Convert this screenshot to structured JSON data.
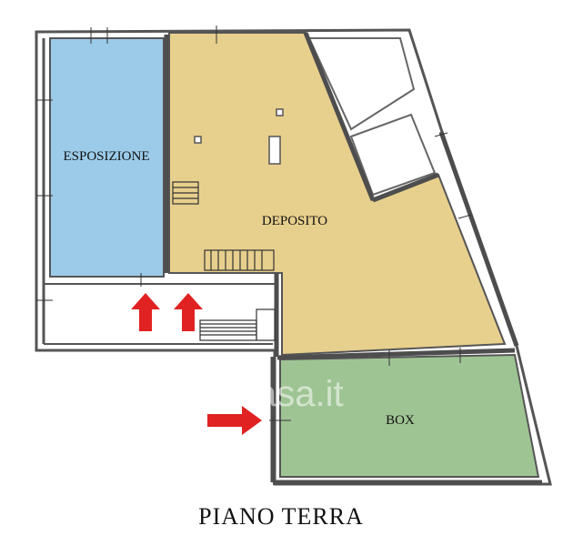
{
  "floor_title": "PIANO TERRA",
  "rooms": {
    "esposizione": {
      "label": "ESPOSIZIONE",
      "color": "#9ccbea"
    },
    "deposito": {
      "label": "DEPOSITO",
      "color": "#e7cf8d"
    },
    "box": {
      "label": "BOX",
      "color": "#9fc494"
    }
  },
  "watermark": {
    "brand": "casa.it"
  },
  "colors": {
    "wall": "#5a5a5a",
    "arrow": "#e02222",
    "background": "#ffffff"
  }
}
